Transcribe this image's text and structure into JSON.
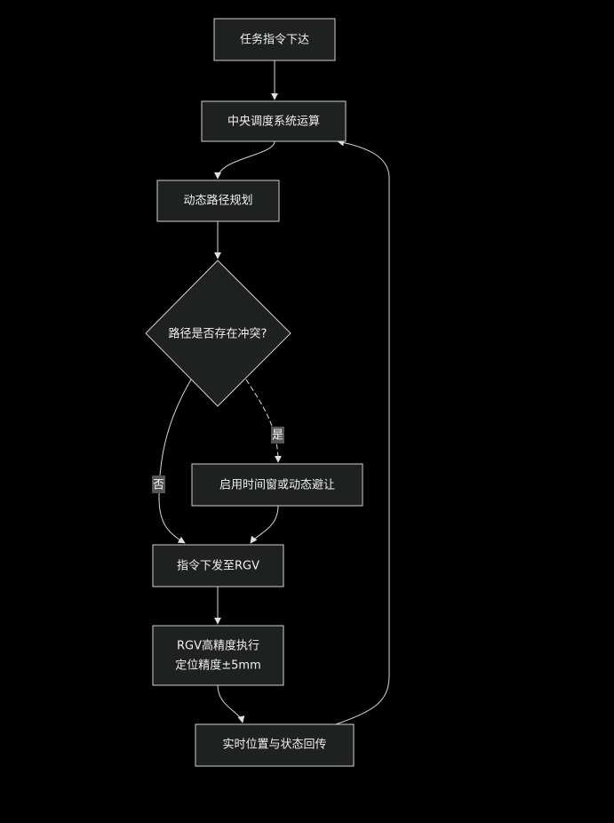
{
  "nodes": {
    "task": "任务指令下达",
    "central": "中央调度系统运算",
    "planning": "动态路径规划",
    "decision": "路径是否存在冲突?",
    "avoid": "启用时间窗或动态避让",
    "dispatch": "指令下发至RGV",
    "execute_line1": "RGV高精度执行",
    "execute_line2": "定位精度±5mm",
    "feedback": "实时位置与状态回传"
  },
  "edges": {
    "yes": "是",
    "no": "否"
  },
  "colors": {
    "background": "#000000",
    "node_fill": "#1f2020",
    "node_stroke": "#cfcfcf",
    "edge": "#d8d8d8"
  }
}
